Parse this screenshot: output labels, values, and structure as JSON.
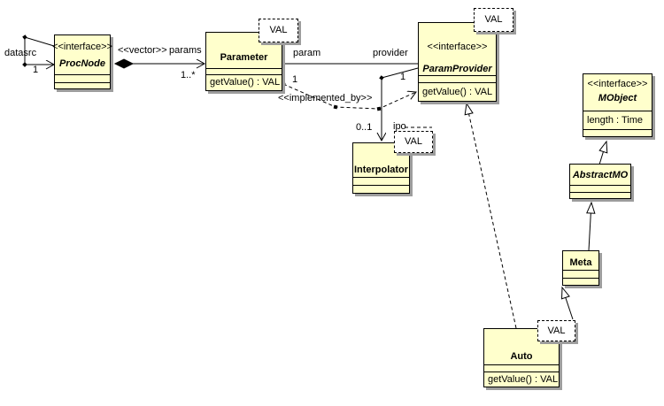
{
  "classes": {
    "procnode": {
      "stereotype": "<<interface>>",
      "name": "ProcNode"
    },
    "parameter": {
      "name": "Parameter",
      "template_param": "VAL",
      "operations": "getValue() : VAL"
    },
    "paramprovider": {
      "stereotype": "<<interface>>",
      "name": "ParamProvider",
      "template_param": "VAL",
      "operations": "getValue() : VAL"
    },
    "interpolator": {
      "name": "Interpolator",
      "template_param": "VAL"
    },
    "mobject": {
      "stereotype": "<<interface>>",
      "name": "MObject",
      "attributes": "length : Time"
    },
    "abstractmo": {
      "name": "AbstractMO"
    },
    "meta": {
      "name": "Meta"
    },
    "auto": {
      "name": "Auto",
      "template_param": "VAL",
      "operations": "getValue() : VAL"
    }
  },
  "edges": {
    "datasrc_self": {
      "type": "association",
      "role": "datasrc",
      "multiplicity": "1"
    },
    "procnode_parameter": {
      "type": "composition",
      "stereotype": "<<vector>>",
      "role": "params",
      "multiplicity": "1..*"
    },
    "parameter_paramprovider": {
      "type": "association",
      "source_role": "param",
      "target_role": "provider"
    },
    "implemented_by": {
      "type": "dependency",
      "stereotype": "<<implemented_by>>",
      "source_multiplicity": "1",
      "target_multiplicity": "1"
    },
    "paramprovider_interpolator": {
      "type": "association",
      "multiplicity": "0..1",
      "role": "ipo"
    },
    "auto_paramprovider": {
      "type": "realization"
    },
    "abstractmo_mobject": {
      "type": "generalization"
    },
    "meta_abstractmo": {
      "type": "generalization"
    },
    "auto_meta": {
      "type": "generalization"
    }
  },
  "colors": {
    "class_fill": "#FFFFCC",
    "class_border": "#000000",
    "shadow": "#9D9D9D",
    "template_fill": "#FFFFFF",
    "background": "#FFFFFF",
    "text": "#000000"
  }
}
